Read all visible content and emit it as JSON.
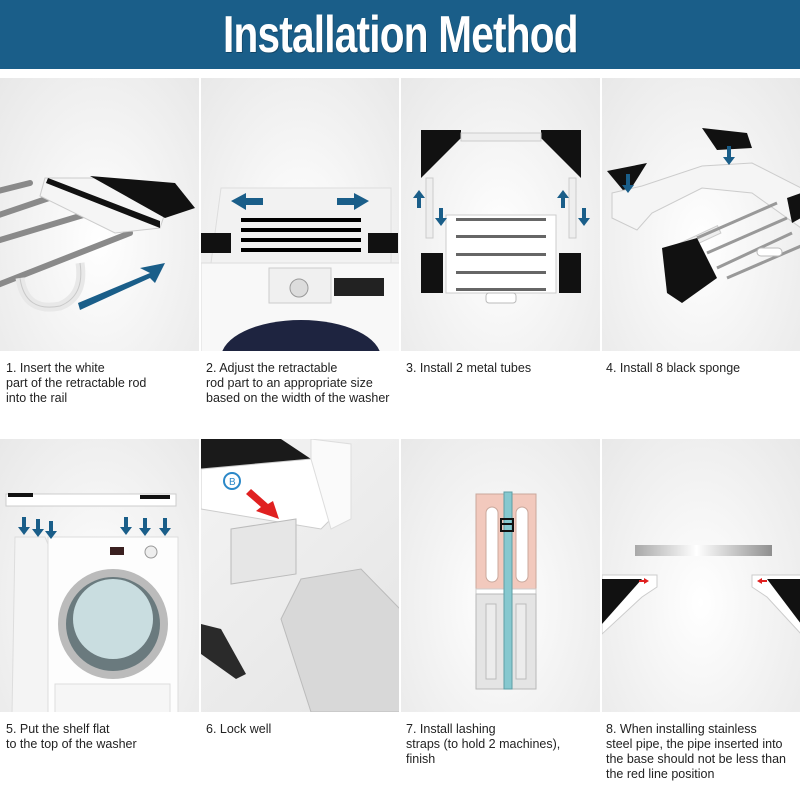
{
  "header": {
    "title": "Installation Method",
    "background_color": "#1a5e89",
    "text_color": "#ffffff"
  },
  "steps": [
    {
      "number": 1,
      "caption": "1. Insert the white\npart of the retractable rod\ninto the rail",
      "image": "retractable-rod-insertion-with-blue-arrow"
    },
    {
      "number": 2,
      "caption": "2. Adjust the retractable\nrod part to an appropriate size\nbased on the width of the washer",
      "image": "shelf-on-washer-with-double-arrow"
    },
    {
      "number": 3,
      "caption": "3. Install 2 metal tubes",
      "image": "frame-top-view-with-up-down-arrows"
    },
    {
      "number": 4,
      "caption": "4. Install 8 black sponge",
      "image": "frame-with-black-sponges-down-arrows"
    },
    {
      "number": 5,
      "caption": "5. Put the shelf flat\nto the top of the washer",
      "image": "shelf-lowered-onto-dryer"
    },
    {
      "number": 6,
      "caption": "6. Lock well",
      "image": "lock-closeup-with-red-arrow"
    },
    {
      "number": 7,
      "caption": "7. Install lashing\nstraps (to hold 2 machines),\nfinish",
      "image": "stacked-machines-with-strap"
    },
    {
      "number": 8,
      "caption": "8. When installing stainless\nsteel pipe, the pipe inserted into\nthe base should not be less than\nthe red line position",
      "image": "steel-pipe-above-base-corners"
    }
  ],
  "colors": {
    "accent_blue": "#1a5e89",
    "arrow_red": "#e02020",
    "strap_teal": "#86c8cf",
    "top_machine_pink": "#f2c9bd",
    "sponge_black": "#111111"
  }
}
